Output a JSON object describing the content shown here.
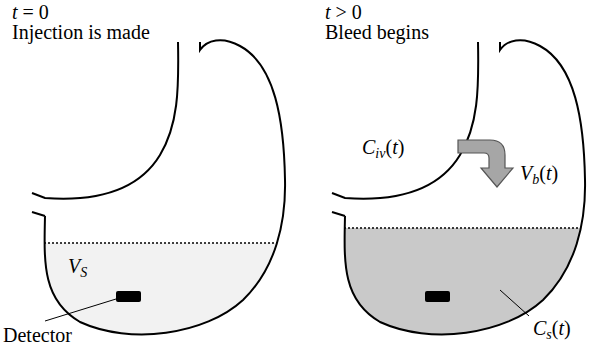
{
  "diagram": {
    "labels": [
      "t = 0",
      "Injection is made",
      "t > 0",
      "Bleed begins",
      "VS",
      "Civ(t)",
      "Vb(t)",
      "Detector",
      "Cs(t)"
    ]
  }
}
